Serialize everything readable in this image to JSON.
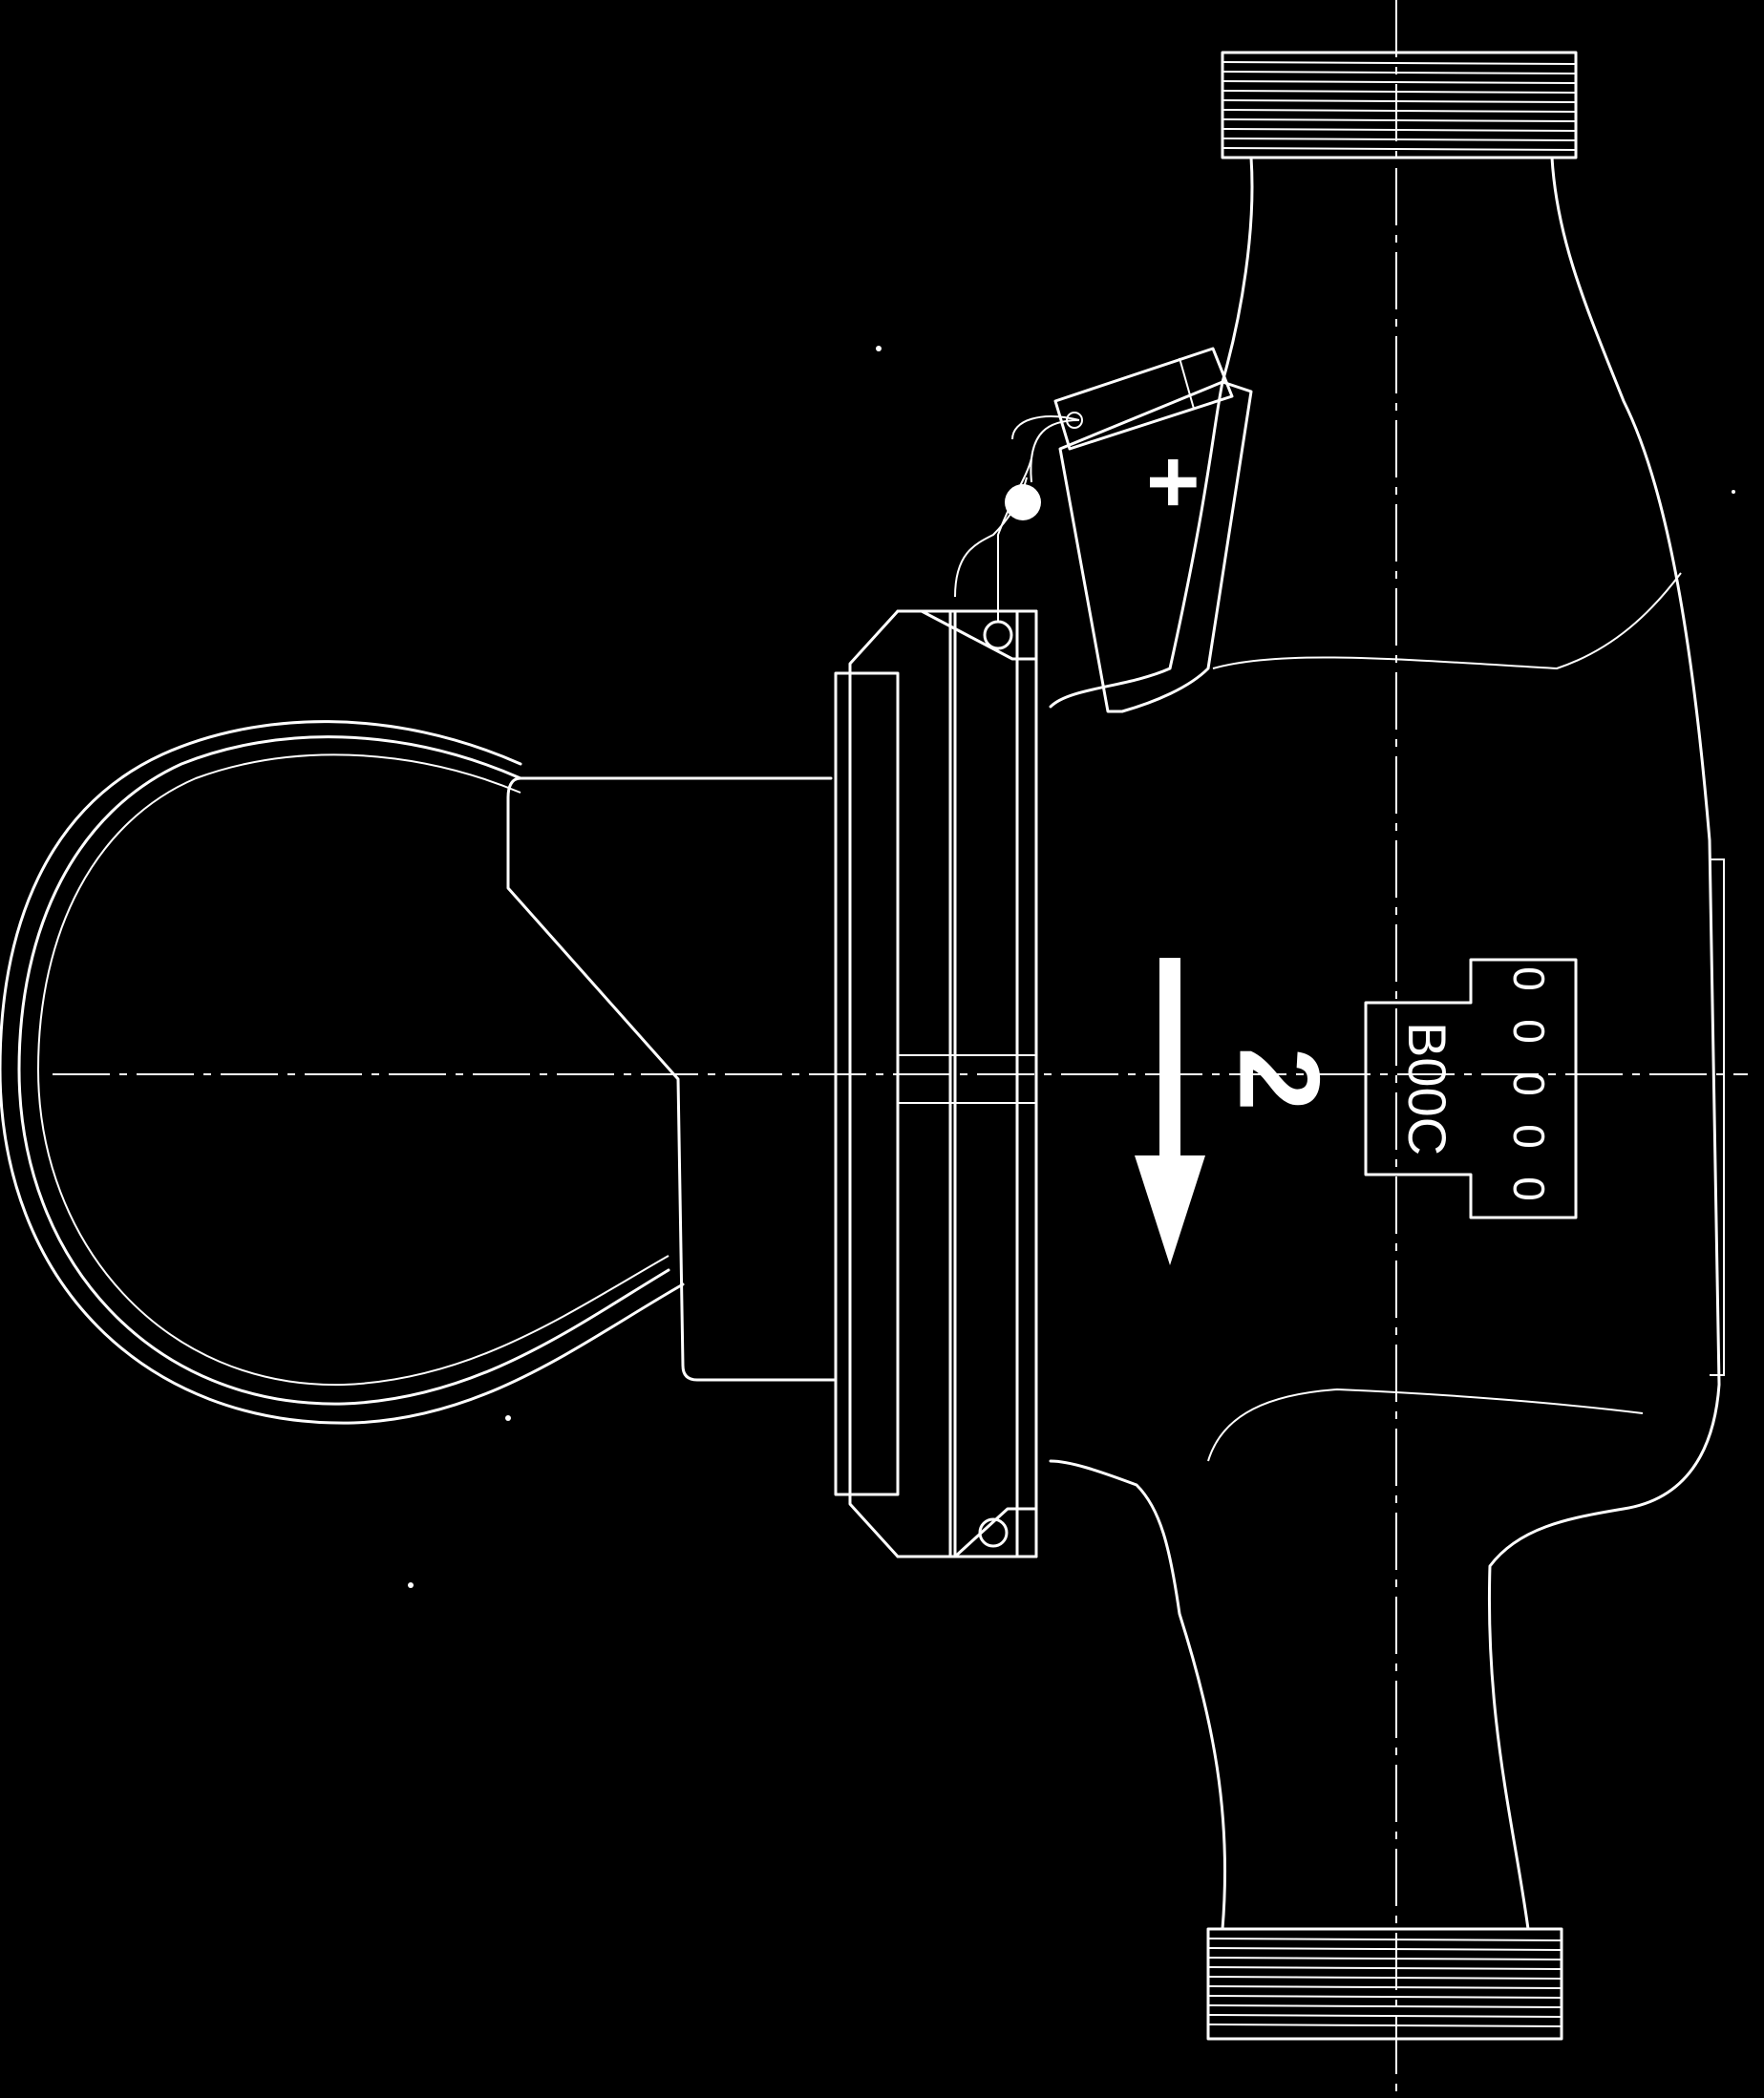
{
  "drawing": {
    "body_label": "B00C",
    "counter_digits": [
      "0",
      "0",
      "0",
      "0",
      "0"
    ],
    "size_mark": "2",
    "cover_mark": "+",
    "colors": {
      "background": "#000000",
      "line": "#ffffff"
    }
  }
}
